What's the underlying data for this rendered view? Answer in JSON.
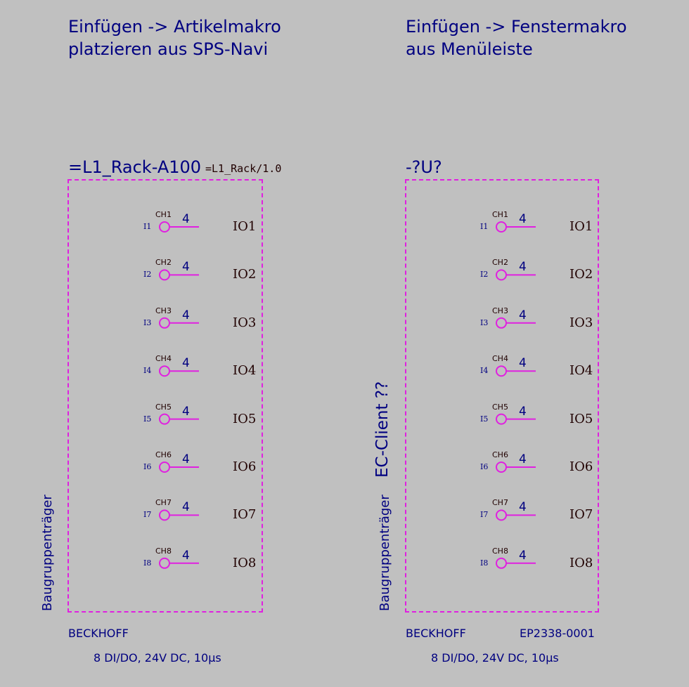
{
  "left": {
    "heading_line1": "Einfügen -> Artikelmakro",
    "heading_line2": "platzieren aus SPS-Navi",
    "identifier": "=L1_Rack-A100",
    "location": "=L1_Rack/1.0",
    "vertical_label": "Baugruppenträger",
    "manufacturer": "BECKHOFF",
    "description": "8 DI/DO, 24V DC, 10µs"
  },
  "right": {
    "heading_line1": "Einfügen -> Fenstermakro",
    "heading_line2": "aus Menüleiste",
    "identifier": "-?U?",
    "vertical_label": "Baugruppenträger",
    "vertical_label2": "EC-Client ??",
    "manufacturer": "BECKHOFF",
    "part_number": "EP2338-0001",
    "description": "8 DI/DO, 24V DC, 10µs"
  },
  "channels": [
    {
      "ch": "CH1",
      "pin": "I1",
      "num": "4",
      "io": "IO1"
    },
    {
      "ch": "CH2",
      "pin": "I2",
      "num": "4",
      "io": "IO2"
    },
    {
      "ch": "CH3",
      "pin": "I3",
      "num": "4",
      "io": "IO3"
    },
    {
      "ch": "CH4",
      "pin": "I4",
      "num": "4",
      "io": "IO4"
    },
    {
      "ch": "CH5",
      "pin": "I5",
      "num": "4",
      "io": "IO5"
    },
    {
      "ch": "CH6",
      "pin": "I6",
      "num": "4",
      "io": "IO6"
    },
    {
      "ch": "CH7",
      "pin": "I7",
      "num": "4",
      "io": "IO7"
    },
    {
      "ch": "CH8",
      "pin": "I8",
      "num": "4",
      "io": "IO8"
    }
  ],
  "colors": {
    "background": "#c0c0c0",
    "text_navy": "#000080",
    "frame_magenta": "#e020e0",
    "text_dark": "#200000"
  }
}
